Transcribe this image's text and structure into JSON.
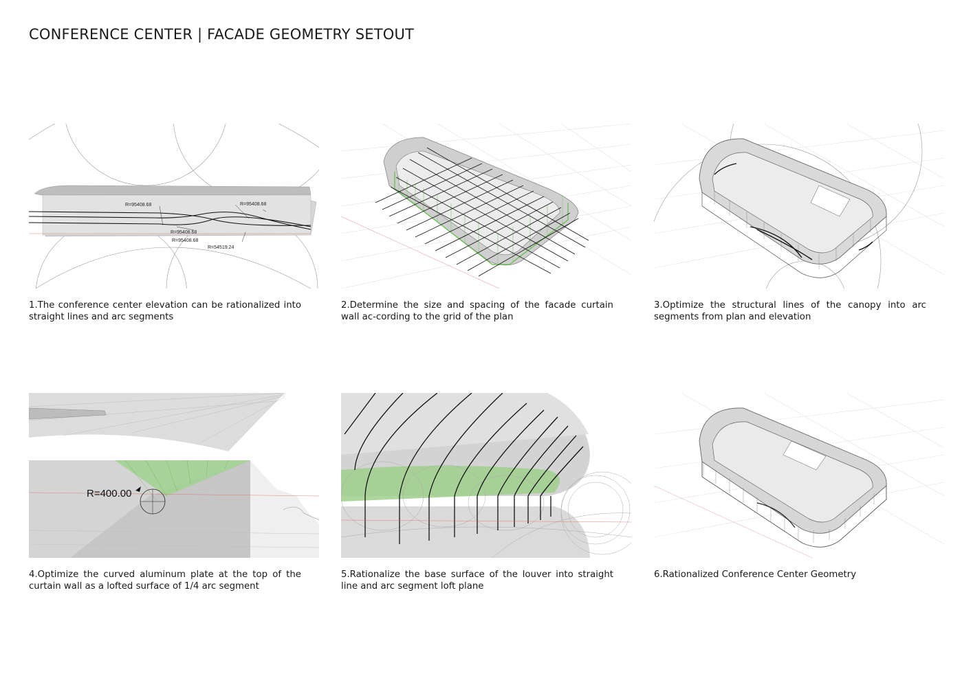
{
  "title": "CONFERENCE CENTER | FACADE GEOMETRY SETOUT",
  "panels": [
    {
      "caption": "1.The conference center elevation can be rationalized into straight lines and arc segments",
      "labels": [
        "R=95408.68",
        "R=95408.68",
        "R=95408.68",
        "R=95408.68",
        "R=54519.24"
      ]
    },
    {
      "caption": "2.Determine the size and spacing of the facade curtain wall ac-cording to the grid of the plan"
    },
    {
      "caption": "3.Optimize the structural lines of the canopy into arc segments from plan and elevation"
    },
    {
      "caption": "4.Optimize the curved aluminum plate at the top of the curtain wall as a lofted surface of 1/4 arc segment",
      "labels": [
        "R=400.00"
      ]
    },
    {
      "caption": "5.Rationalize the base surface of the louver into straight line and arc segment loft plane"
    },
    {
      "caption": "6.Rationalized Conference Center Geometry"
    }
  ],
  "colors": {
    "accent_green": "#8bc97a",
    "line": "#111111",
    "surface": "#dcdcdc"
  }
}
